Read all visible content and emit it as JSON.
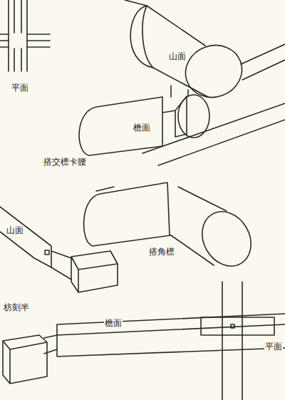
{
  "diagram": {
    "labels": [
      "平面",
      "山面",
      "檐面",
      "搭交檩卡腰",
      "搭角檩",
      "山面",
      "枋刻半",
      "檐面",
      "平面"
    ]
  }
}
